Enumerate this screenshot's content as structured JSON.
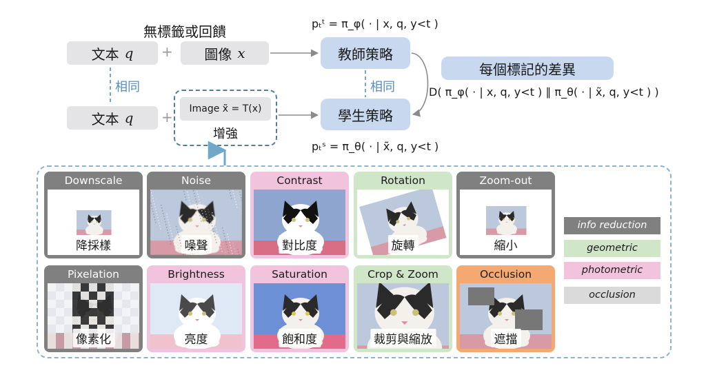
{
  "top": {
    "title": "無標籤或回饋",
    "text_q_label": "文本",
    "text_q_var": "q",
    "image_x_label": "圖像",
    "image_x_var": "x",
    "plus": "+",
    "same_1": "相同",
    "same_2": "相同",
    "teacher": "教師策略",
    "student": "學生策略",
    "aug_image": "Image x̃ = T(x)",
    "aug_label": "增強",
    "diff_title": "每個標記的差異",
    "teacher_formula": "pₜᵗ = π_φ( · | x, q, y<t )",
    "student_formula": "pₜˢ = π_θ( · | x̃, q, y<t )",
    "divergence_formula": "D( π_φ( · | x, q, y<t ) ∥ π_θ( · | x̃, q, y<t ) )"
  },
  "augmentations": [
    {
      "title": "Downscale",
      "caption": "降採樣",
      "category": "info",
      "effect": "downscale"
    },
    {
      "title": "Noise",
      "caption": "噪聲",
      "category": "info",
      "effect": "noise"
    },
    {
      "title": "Contrast",
      "caption": "對比度",
      "category": "photo",
      "effect": "contrast"
    },
    {
      "title": "Rotation",
      "caption": "旋轉",
      "category": "geo",
      "effect": "rotation"
    },
    {
      "title": "Zoom-out",
      "caption": "縮小",
      "category": "info",
      "effect": "zoomout"
    },
    {
      "title": "Pixelation",
      "caption": "像素化",
      "category": "info",
      "effect": "pixelation"
    },
    {
      "title": "Brightness",
      "caption": "亮度",
      "category": "photo",
      "effect": "brightness"
    },
    {
      "title": "Saturation",
      "caption": "飽和度",
      "category": "photo",
      "effect": "saturation"
    },
    {
      "title": "Crop & Zoom",
      "caption": "裁剪與縮放",
      "category": "geo",
      "effect": "crop"
    },
    {
      "title": "Occlusion",
      "caption": "遮擋",
      "category": "occ",
      "effect": "occlusion"
    }
  ],
  "legend": [
    {
      "label": "info reduction",
      "color": "#808080",
      "text_color": "#ffffff"
    },
    {
      "label": "geometric",
      "color": "#cfe6c9",
      "text_color": "#1a1a1a"
    },
    {
      "label": "photometric",
      "color": "#f2c3dc",
      "text_color": "#1a1a1a"
    },
    {
      "label": "occlusion",
      "color": "#dadada",
      "text_color": "#1a1a1a"
    }
  ],
  "colors": {
    "info": "#808080",
    "geometric": "#cfe6c9",
    "photometric": "#f2c3dc",
    "occlusion_card": "#f3a971",
    "policy_box": "#c7d8ef",
    "dashed_border": "#89b4d3"
  }
}
